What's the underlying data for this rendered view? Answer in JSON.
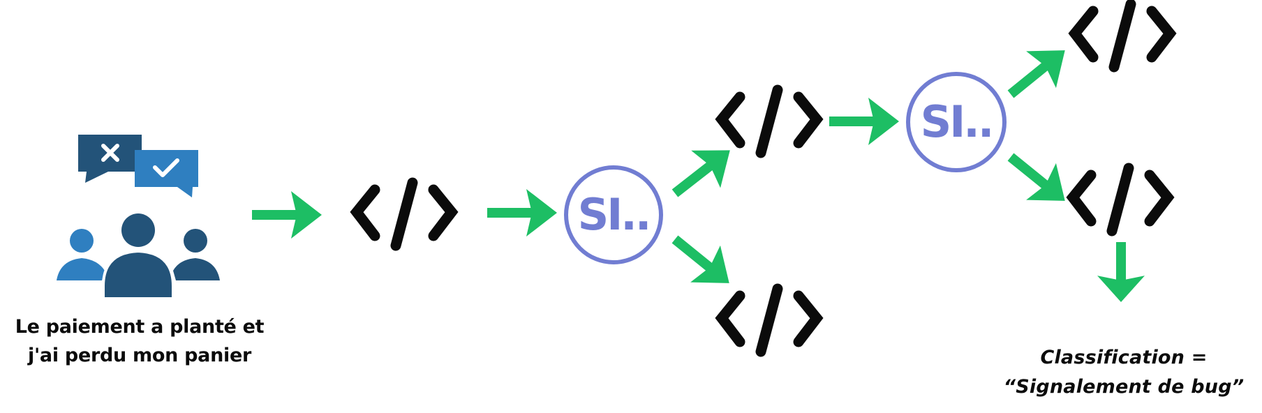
{
  "diagram": {
    "type": "classification-pipeline",
    "colors": {
      "arrow": "#1dbe64",
      "code_icon": "#0b0b0b",
      "model_node": "#717dd2",
      "users_dark": "#235379",
      "users_light": "#2f7fc0",
      "background": "#ffffff"
    },
    "input": {
      "icon": "users-feedback-icon",
      "bubble_left_icon": "x-mark-icon",
      "bubble_right_icon": "check-mark-icon",
      "text_line1": "Le paiement a planté et",
      "text_line2": "j'ai perdu mon panier"
    },
    "nodes": [
      {
        "id": "code-1",
        "type": "code",
        "icon": "code-brackets-icon"
      },
      {
        "id": "si-1",
        "type": "model",
        "label": "SI.."
      },
      {
        "id": "code-2",
        "type": "code",
        "icon": "code-brackets-icon"
      },
      {
        "id": "code-3",
        "type": "code",
        "icon": "code-brackets-icon"
      },
      {
        "id": "si-2",
        "type": "model",
        "label": "SI.."
      },
      {
        "id": "code-4",
        "type": "code",
        "icon": "code-brackets-icon"
      },
      {
        "id": "code-5",
        "type": "code",
        "icon": "code-brackets-icon"
      }
    ],
    "edges": [
      {
        "from": "input",
        "to": "code-1"
      },
      {
        "from": "code-1",
        "to": "si-1"
      },
      {
        "from": "si-1",
        "to": "code-2"
      },
      {
        "from": "si-1",
        "to": "code-3"
      },
      {
        "from": "code-2",
        "to": "si-2"
      },
      {
        "from": "si-2",
        "to": "code-4"
      },
      {
        "from": "si-2",
        "to": "code-5"
      },
      {
        "from": "code-5",
        "to": "output"
      }
    ],
    "output": {
      "text_line1": "Classification =",
      "text_line2": "“Signalement de bug”"
    }
  }
}
